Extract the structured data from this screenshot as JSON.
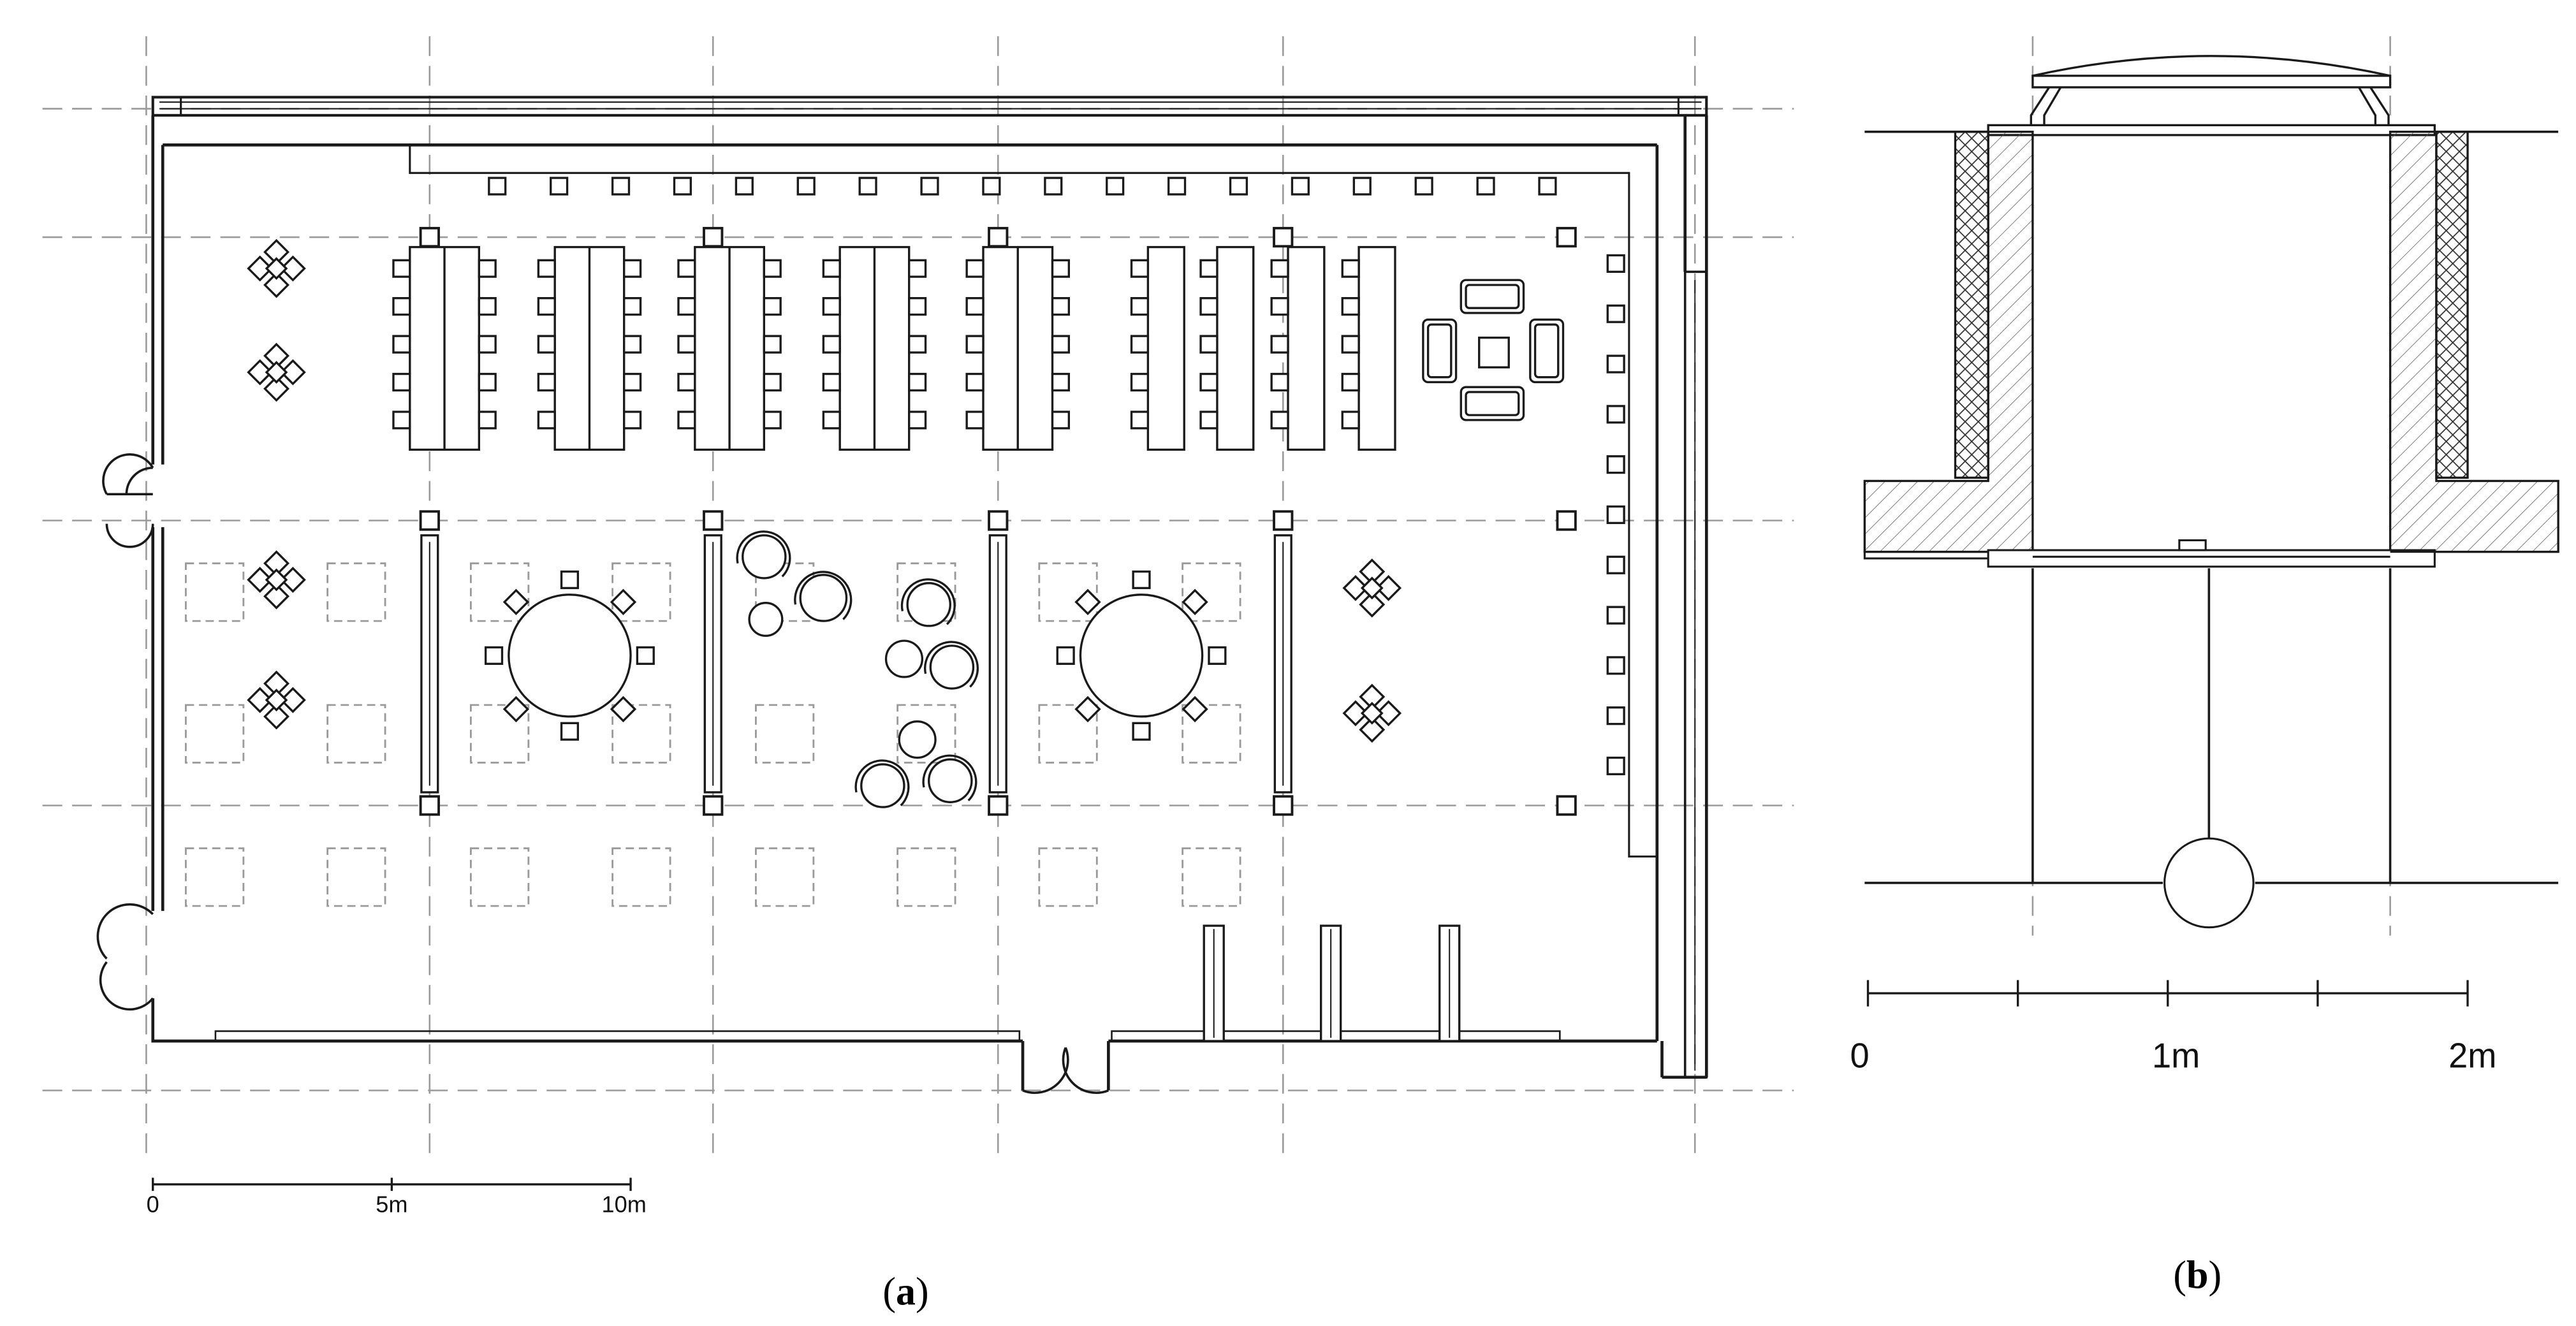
{
  "panel_a": {
    "scale_labels": [
      "0",
      "5m",
      "10m"
    ],
    "caption_letter": "a"
  },
  "panel_b": {
    "scale_labels": [
      "0",
      "1m",
      "2m"
    ],
    "caption_letter": "b"
  },
  "colors": {
    "line": "#1a1a1a",
    "grid": "#9a9a9a",
    "background": "#ffffff"
  },
  "icons": [
    "floor-plan-drawing",
    "skylight-section-drawing",
    "scale-bar"
  ]
}
